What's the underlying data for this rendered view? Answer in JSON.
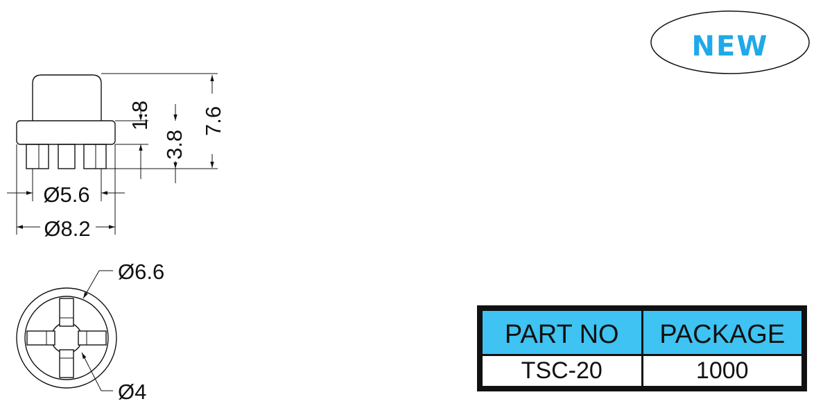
{
  "badge": {
    "label": "NEW",
    "color": "#1fa9e8"
  },
  "side_view": {
    "dimensions": {
      "height_top": "1.8",
      "height_mid": "3.8",
      "height_total": "7.6",
      "diameter_inner": "Ø5.6",
      "diameter_outer": "Ø8.2"
    }
  },
  "top_view": {
    "dimensions": {
      "diameter_outer": "Ø6.6",
      "diameter_inner": "Ø4"
    }
  },
  "table": {
    "header_color": "#3ec3f2",
    "headers": [
      "PART NO",
      "PACKAGE"
    ],
    "rows": [
      [
        "TSC-20",
        "1000"
      ]
    ]
  }
}
